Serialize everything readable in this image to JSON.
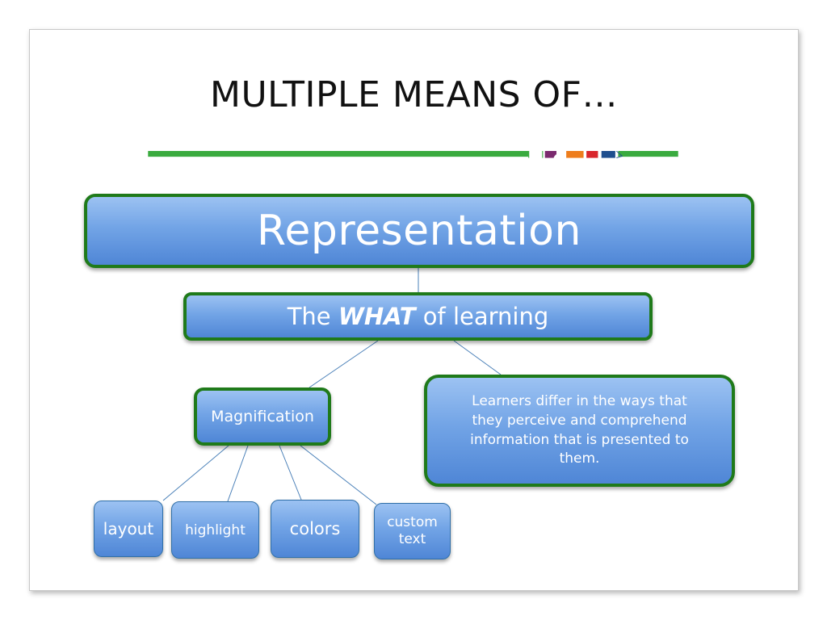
{
  "slide": {
    "title": "MULTIPLE MEANS OF…"
  },
  "diagram": {
    "root": "Representation",
    "subtitle": {
      "prefix": "The ",
      "emphasis": "WHAT",
      "suffix": " of learning"
    },
    "example": "Magnification",
    "description": "Learners differ in the ways that they perceive and comprehend information that is presented to them.",
    "leaves": {
      "layout": "layout",
      "highlight": "highlight",
      "colors": "colors",
      "custom_line1": "custom",
      "custom_line2": "text"
    }
  },
  "colors": {
    "box_border": "#1f7a1a",
    "box_fill_top": "#9cc2f2",
    "box_fill_bottom": "#4f86d6",
    "rule_green": "#3aab3f",
    "accent_purple": "#7b2a6e",
    "accent_orange": "#ee7d1c",
    "accent_red": "#d9262c",
    "accent_navy": "#1f4f8f"
  }
}
